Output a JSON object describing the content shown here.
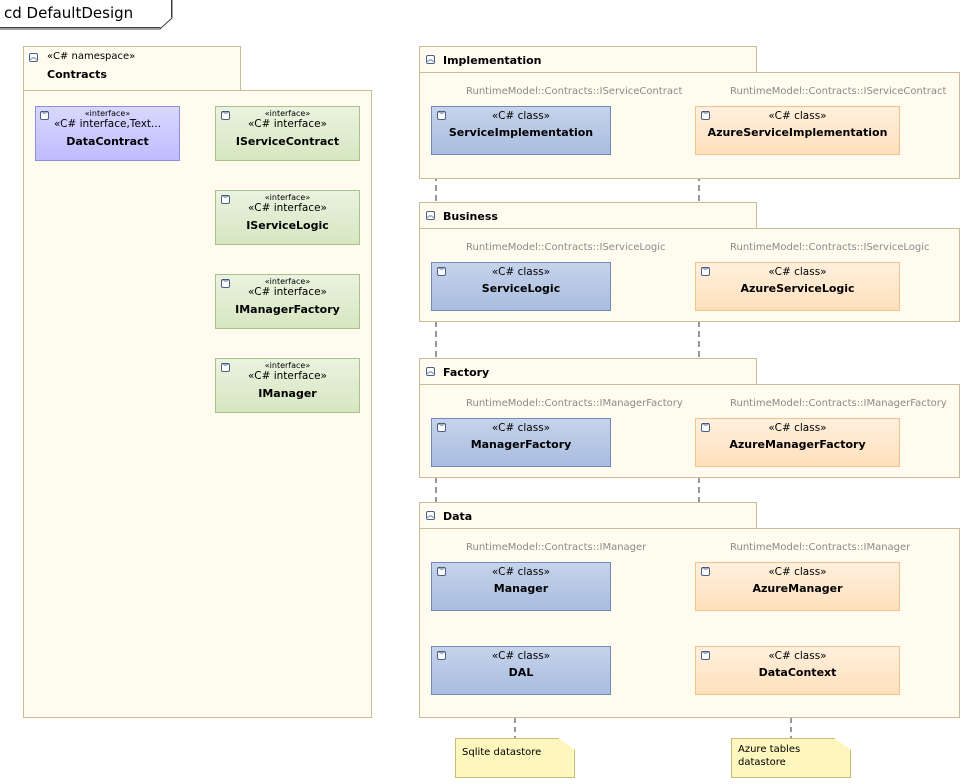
{
  "diagram_title": "cd DefaultDesign",
  "packages": {
    "contracts": {
      "stereotype": "«C# namespace»",
      "name": "Contracts"
    },
    "implementation": {
      "name": "Implementation"
    },
    "business": {
      "name": "Business"
    },
    "factory": {
      "name": "Factory"
    },
    "data": {
      "name": "Data"
    }
  },
  "classes": {
    "data_contract": {
      "stereotype_top": "«interface»",
      "stereotype": "«C# interface,Text...",
      "name": "DataContract"
    },
    "iservice_contract": {
      "stereotype_top": "«interface»",
      "stereotype": "«C# interface»",
      "name": "IServiceContract"
    },
    "iservice_logic": {
      "stereotype_top": "«interface»",
      "stereotype": "«C# interface»",
      "name": "IServiceLogic"
    },
    "imanager_factory": {
      "stereotype_top": "«interface»",
      "stereotype": "«C# interface»",
      "name": "IManagerFactory"
    },
    "imanager": {
      "stereotype_top": "«interface»",
      "stereotype": "«C# interface»",
      "name": "IManager"
    },
    "service_implementation": {
      "stereotype": "«C# class»",
      "name": "ServiceImplementation"
    },
    "azure_service_implementation": {
      "stereotype": "«C# class»",
      "name": "AzureServiceImplementation"
    },
    "service_logic": {
      "stereotype": "«C# class»",
      "name": "ServiceLogic"
    },
    "azure_service_logic": {
      "stereotype": "«C# class»",
      "name": "AzureServiceLogic"
    },
    "manager_factory": {
      "stereotype": "«C# class»",
      "name": "ManagerFactory"
    },
    "azure_manager_factory": {
      "stereotype": "«C# class»",
      "name": "AzureManagerFactory"
    },
    "manager": {
      "stereotype": "«C# class»",
      "name": "Manager"
    },
    "azure_manager": {
      "stereotype": "«C# class»",
      "name": "AzureManager"
    },
    "dal": {
      "stereotype": "«C# class»",
      "name": "DAL"
    },
    "data_context": {
      "stereotype": "«C# class»",
      "name": "DataContext"
    }
  },
  "interface_labels": {
    "iservice_contract": "RuntimeModel::Contracts::IServiceContract",
    "iservice_logic": "RuntimeModel::Contracts::IServiceLogic",
    "imanager_factory": "RuntimeModel::Contracts::IManagerFactory",
    "imanager": "RuntimeModel::Contracts::IManager"
  },
  "notes": {
    "sqlite": "Sqlite datastore",
    "azure_tables": "Azure tables datastore"
  },
  "colors": {
    "local_class": "#a9bde0",
    "azure_class": "#ffe0bc",
    "interface": "#d6e6c1",
    "data_contract": "#bfbcff",
    "package": "#fffcef",
    "note": "#fdf6bd"
  }
}
